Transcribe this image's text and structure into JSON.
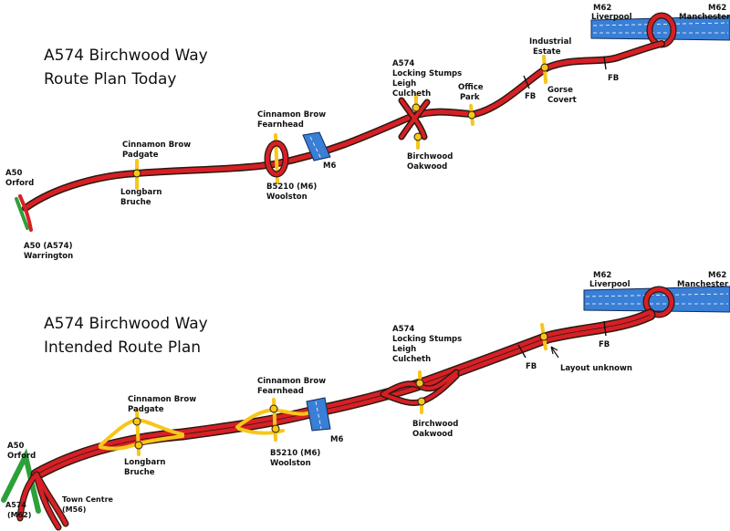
{
  "top": {
    "title_line1": "A574 Birchwood Way",
    "title_line2": "Route Plan Today",
    "labels": {
      "a50_orford_1": "A50",
      "a50_orford_2": "Orford",
      "a50_warr_1": "A50 (A574)",
      "a50_warr_2": "Warrington",
      "cinnamon_padgate_1": "Cinnamon Brow",
      "cinnamon_padgate_2": "Padgate",
      "longbarn_1": "Longbarn",
      "longbarn_2": "Bruche",
      "cinnamon_fearn_1": "Cinnamon Brow",
      "cinnamon_fearn_2": "Fearnhead",
      "b5210_1": "B5210 (M6)",
      "b5210_2": "Woolston",
      "m6": "M6",
      "a574_1": "A574",
      "a574_2": "Locking Stumps",
      "a574_3": "Leigh",
      "a574_4": "Culcheth",
      "birchwood_1": "Birchwood",
      "birchwood_2": "Oakwood",
      "office_1": "Office",
      "office_2": "Park",
      "industrial_1": "Industrial",
      "industrial_2": "Estate",
      "gorse_1": "Gorse",
      "gorse_2": "Covert",
      "fb1": "FB",
      "fb2": "FB",
      "m62_liv_1": "M62",
      "m62_liv_2": "Liverpool",
      "m62_man_1": "M62",
      "m62_man_2": "Manchester"
    }
  },
  "bottom": {
    "title_line1": "A574  Birchwood Way",
    "title_line2": "Intended Route Plan",
    "labels": {
      "a50_orford_1": "A50",
      "a50_orford_2": "Orford",
      "a574_m62_1": "A574",
      "a574_m62_2": "(M62)",
      "town_1": "Town Centre",
      "town_2": "(M56)",
      "cinnamon_padgate_1": "Cinnamon Brow",
      "cinnamon_padgate_2": "Padgate",
      "longbarn_1": "Longbarn",
      "longbarn_2": "Bruche",
      "cinnamon_fearn_1": "Cinnamon Brow",
      "cinnamon_fearn_2": "Fearnhead",
      "b5210_1": "B5210 (M6)",
      "b5210_2": "Woolston",
      "m6": "M6",
      "a574_1": "A574",
      "a574_2": "Locking Stumps",
      "a574_3": "Leigh",
      "a574_4": "Culcheth",
      "birchwood_1": "Birchwood",
      "birchwood_2": "Oakwood",
      "fb1": "FB",
      "fb2": "FB",
      "layout": "Layout unknown",
      "m62_liv_1": "M62",
      "m62_liv_2": "Liverpool",
      "m62_man_1": "M62",
      "m62_man_2": "Manchester"
    }
  },
  "colors": {
    "road": "#d81f26",
    "slip": "#f7c61a",
    "motorway": "#3a7fd6",
    "a50": "#2ea03a"
  }
}
